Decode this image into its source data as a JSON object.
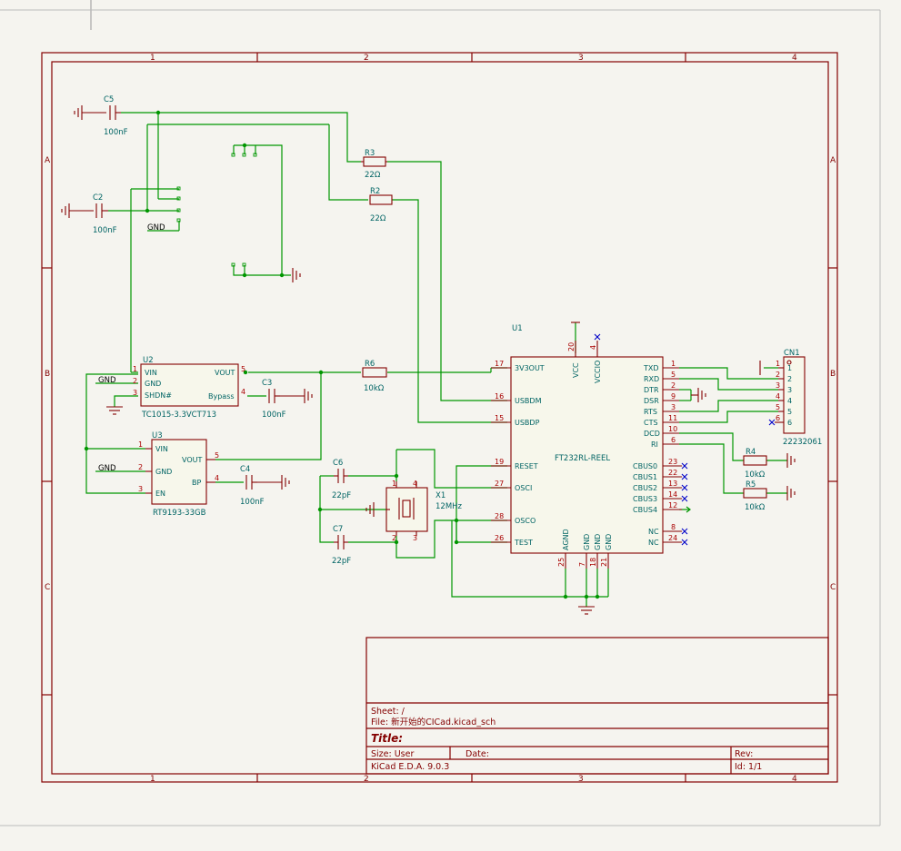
{
  "frame": {
    "columns": [
      "1",
      "2",
      "3",
      "4"
    ],
    "rows": [
      "A",
      "B",
      "C"
    ]
  },
  "title_block": {
    "sheet": "Sheet: /",
    "file": "File: 新开始的CICad.kicad_sch",
    "title": "Title:",
    "size": "Size: User",
    "date": "Date:",
    "rev": "Rev:",
    "tool": "KiCad E.D.A. 9.0.3",
    "id": "Id: 1/1"
  },
  "components": {
    "c5": {
      "ref": "C5",
      "value": "100nF"
    },
    "c2": {
      "ref": "C2",
      "value": "100nF"
    },
    "r3": {
      "ref": "R3",
      "value": "22Ω"
    },
    "r2": {
      "ref": "R2",
      "value": "22Ω"
    },
    "r6": {
      "ref": "R6",
      "value": "10kΩ"
    },
    "r4": {
      "ref": "R4",
      "value": "10kΩ"
    },
    "r5": {
      "ref": "R5",
      "value": "10kΩ"
    },
    "c3": {
      "ref": "C3",
      "value": "100nF"
    },
    "c4": {
      "ref": "C4",
      "value": "100nF"
    },
    "c6": {
      "ref": "C6",
      "value": "22pF"
    },
    "c7": {
      "ref": "C7",
      "value": "22pF"
    },
    "x1": {
      "ref": "X1",
      "value": "12MHz"
    },
    "u2": {
      "ref": "U2",
      "value": "TC1015-3.3VCT713",
      "pins": [
        "VIN",
        "GND",
        "SHDN#",
        "VOUT",
        "Bypass"
      ]
    },
    "u3": {
      "ref": "U3",
      "value": "RT9193-33GB",
      "pins": [
        "VIN",
        "GND",
        "EN",
        "VOUT",
        "BP"
      ]
    },
    "u1": {
      "ref": "U1",
      "value": "FT232RL-REEL",
      "left_pins": [
        "3V3OUT",
        "USBDM",
        "USBDP",
        "RESET",
        "OSCI",
        "OSCO",
        "TEST"
      ],
      "right_pins": [
        "TXD",
        "RXD",
        "DTR",
        "DSR",
        "RTS",
        "CTS",
        "DCD",
        "RI",
        "CBUS0",
        "CBUS1",
        "CBUS2",
        "CBUS3",
        "CBUS4",
        "NC",
        "NC"
      ],
      "top_pins": [
        "VCC",
        "VCCIO"
      ],
      "bottom_pins": [
        "AGND",
        "GND",
        "GND",
        "GND"
      ]
    },
    "cn1": {
      "ref": "CN1",
      "value": "22232061"
    }
  },
  "labels": {
    "gnd1": "GND",
    "gnd2": "GND",
    "gnd3": "GND"
  },
  "pin_numbers": {
    "u1_left": [
      "17",
      "16",
      "15",
      "19",
      "27",
      "28",
      "26"
    ],
    "u1_right": [
      "1",
      "5",
      "2",
      "9",
      "3",
      "11",
      "10",
      "6",
      "23",
      "22",
      "13",
      "14",
      "12",
      "8",
      "24"
    ],
    "u1_top": [
      "20",
      "4"
    ],
    "u1_bottom": [
      "25",
      "7",
      "18",
      "21"
    ],
    "cn1": [
      "1",
      "2",
      "3",
      "4",
      "5",
      "6"
    ],
    "u2": [
      "1",
      "2",
      "3",
      "5",
      "4"
    ],
    "u3": [
      "1",
      "2",
      "3",
      "5",
      "4"
    ],
    "x1": [
      "1",
      "4",
      "2",
      "3"
    ]
  },
  "colors": {
    "wire": "#009600",
    "symbol": "#840000",
    "text": "#006464",
    "pin_number": "#a90000",
    "no_connect": "#0000c8"
  }
}
